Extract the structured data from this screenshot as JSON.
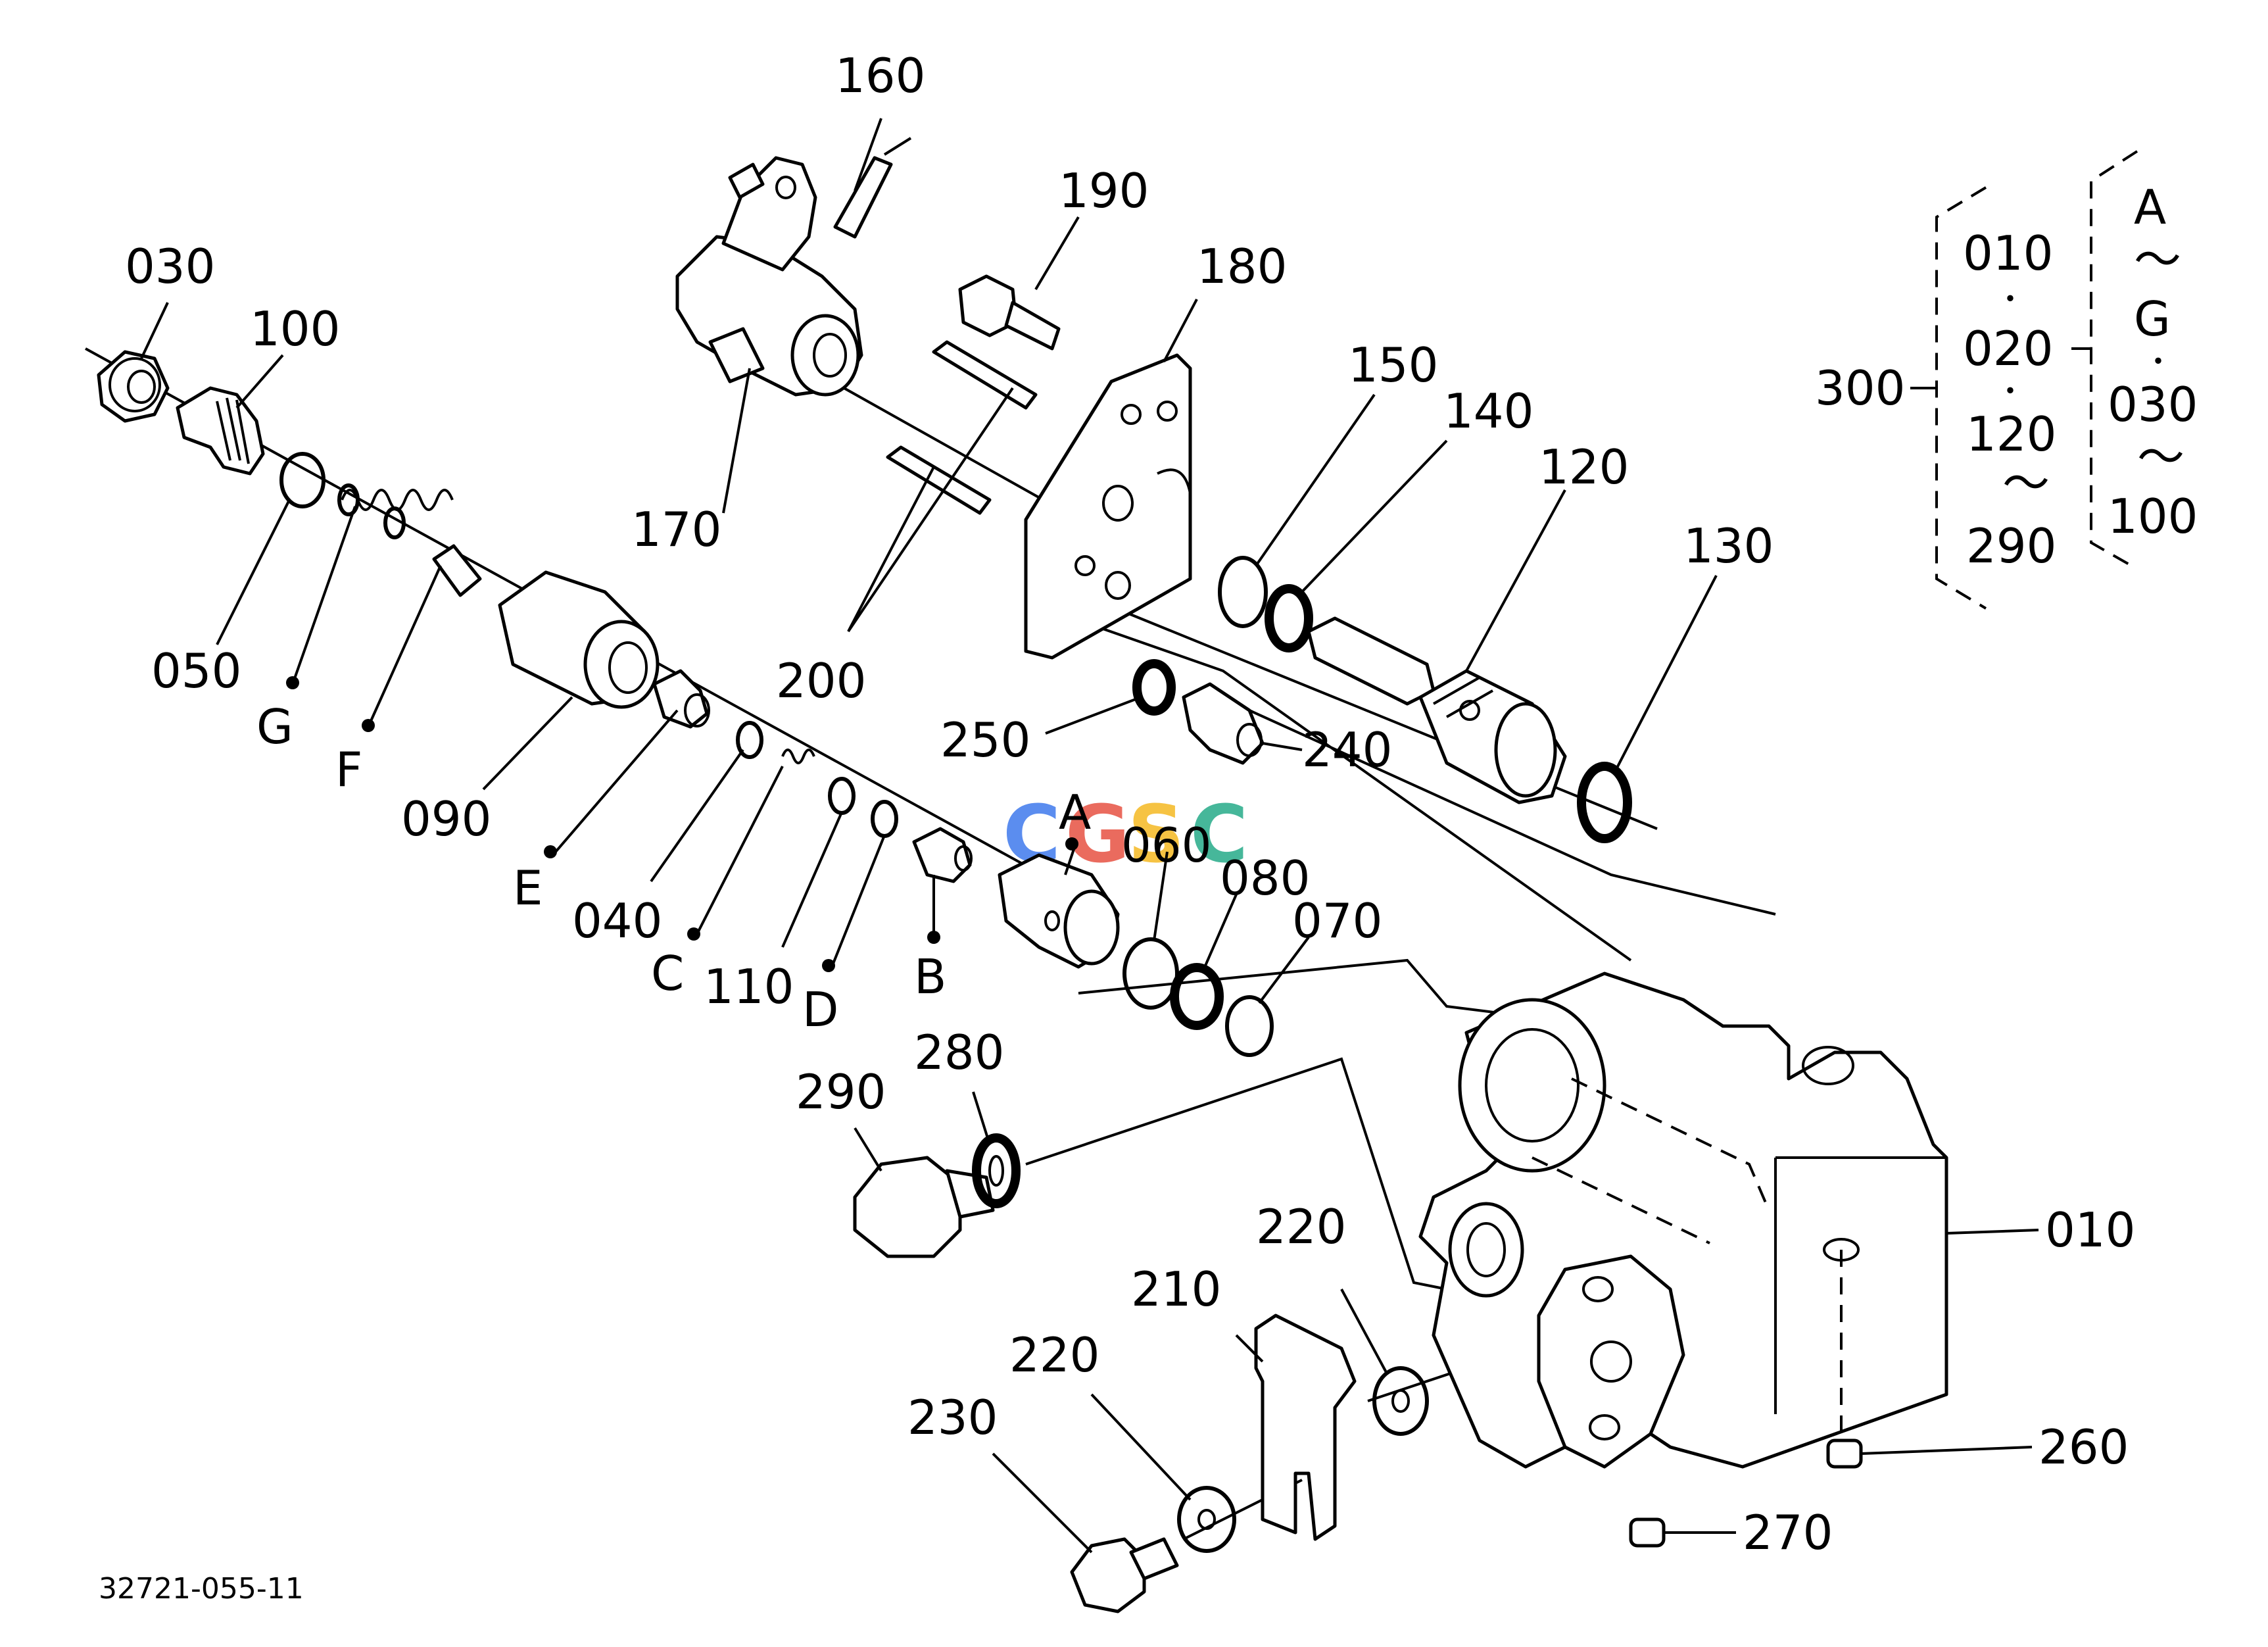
{
  "drawing_number": "32721-055-11",
  "watermark": {
    "letters": [
      "C",
      "G",
      "S",
      "C"
    ],
    "colors": [
      "#5b8def",
      "#ea6b5e",
      "#f6c343",
      "#46b79a"
    ]
  },
  "callouts": {
    "p010": "010",
    "p030": "030",
    "p040": "040",
    "p050": "050",
    "p060": "060",
    "p070": "070",
    "p080": "080",
    "p090": "090",
    "p100": "100",
    "p110": "110",
    "p120": "120",
    "p130": "130",
    "p140": "140",
    "p150": "150",
    "p160": "160",
    "p170": "170",
    "p180": "180",
    "p190": "190",
    "p200": "200",
    "p210": "210",
    "p220a": "220",
    "p220b": "220",
    "p230": "230",
    "p240": "240",
    "p250": "250",
    "p260": "260",
    "p270": "270",
    "p280": "280",
    "p290": "290",
    "p300": "300"
  },
  "sub_parts": {
    "A": "A",
    "B": "B",
    "C": "C",
    "D": "D",
    "E": "E",
    "F": "F",
    "G": "G"
  },
  "assembly_key": {
    "col1": [
      "010",
      "・",
      "020",
      "・",
      "120",
      "～",
      "290"
    ],
    "col2": [
      "A",
      "～",
      "G",
      "・",
      "030",
      "～",
      "100"
    ]
  }
}
